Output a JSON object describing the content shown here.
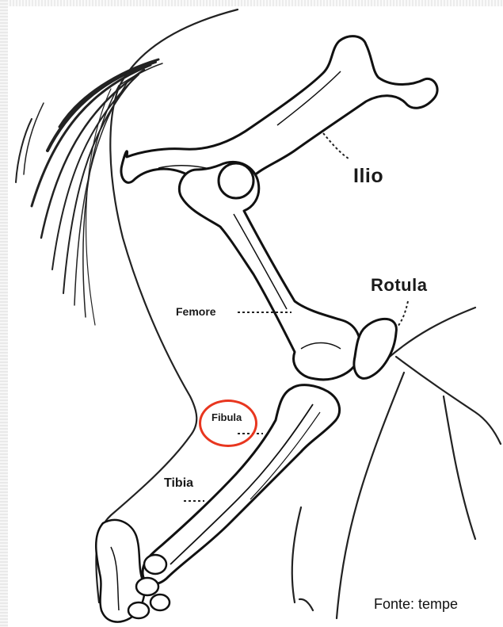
{
  "labels": {
    "ilio": "Ilio",
    "rotula": "Rotula",
    "femore": "Femore",
    "fibula": "Fibula",
    "tibia": "Tibia"
  },
  "source": "Fonte: tempe",
  "colors": {
    "ink": "#1a1a1a",
    "highlight": "#e8361f",
    "bone": "#ffffff",
    "background": "#ffffff"
  },
  "highlighted_label": "fibula"
}
